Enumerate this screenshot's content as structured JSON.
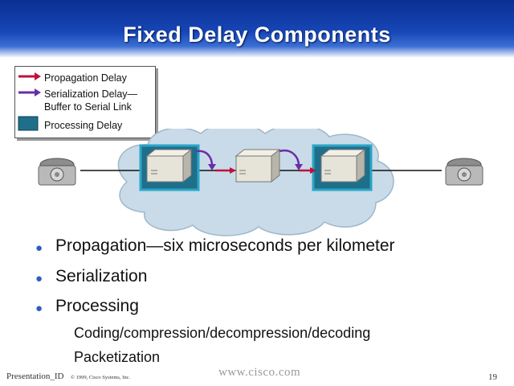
{
  "slide": {
    "title": "Fixed Delay Components"
  },
  "legend": {
    "items": [
      {
        "label": "Propagation Delay",
        "color": "#c0103a"
      },
      {
        "label": "Serialization Delay—\nBuffer to Serial Link",
        "color": "#6a2ea8"
      },
      {
        "label": "Processing Delay",
        "color": "#1f6f8b"
      }
    ]
  },
  "bullets": [
    "Propagation—six microseconds per kilometer",
    "Serialization",
    "Processing"
  ],
  "sub_bullets": [
    "Coding/compression/decompression/decoding",
    "Packetization"
  ],
  "footer": {
    "left": "Presentation_ID",
    "copyright": "© 1999, Cisco Systems, Inc.",
    "url": "www.cisco.com",
    "page": "19"
  },
  "colors": {
    "banner": "#0a2f92",
    "accent_bullet": "#2c5cc5",
    "cloud": "#c9dbe8",
    "device_frame": "#2aa6c8"
  }
}
